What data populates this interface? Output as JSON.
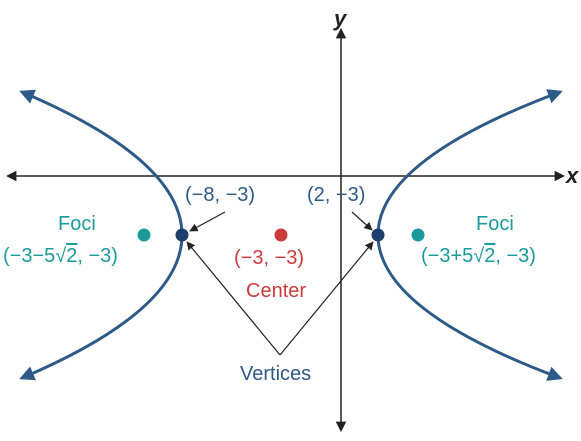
{
  "axes": {
    "x_label": "x",
    "y_label": "y"
  },
  "vertices": {
    "left": {
      "text": "(−8, −3)"
    },
    "right": {
      "text": "(2, −3)"
    },
    "caption": "Vertices"
  },
  "center": {
    "text": "(−3, −3)",
    "caption": "Center"
  },
  "foci": {
    "left": {
      "caption": "Foci",
      "text_pre": "(−3−5√",
      "radicand": "2",
      "text_post": ", −3)"
    },
    "right": {
      "caption": "Foci",
      "text_pre": "(−3+5√",
      "radicand": "2",
      "text_post": ", −3)"
    }
  },
  "colors": {
    "curve": "#2e5a87",
    "vertex_point": "#1e3f6e",
    "center_point": "#cc3b3b",
    "focus_point": "#1a9a9a",
    "axis": "#222222",
    "label_navy": "#2e5a87",
    "label_teal": "#1a9a9a",
    "label_red": "#cc3b3b"
  }
}
